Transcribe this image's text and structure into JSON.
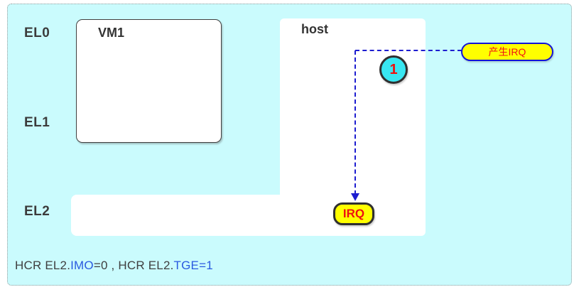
{
  "diagram": {
    "row_labels": [
      {
        "text": "EL0"
      },
      {
        "text": "EL1"
      },
      {
        "text": "EL2"
      }
    ],
    "vm_box": {
      "title": "VM1"
    },
    "host_box": {
      "title": "host"
    },
    "flow": {
      "step_badge": "1",
      "source_label": "产生IRQ",
      "target_label": "IRQ"
    },
    "footer": {
      "segments": [
        {
          "text": "HCR EL2.",
          "color": "dark"
        },
        {
          "text": "IMO",
          "color": "blue"
        },
        {
          "text": "=0 , HCR EL2.",
          "color": "dark"
        },
        {
          "text": "TGE=1",
          "color": "blue"
        }
      ]
    },
    "colors": {
      "canvas_cyan": "#cafbfd",
      "highlight_yellow": "#ffff00",
      "accent_red": "#ee1010",
      "line_blue": "#1d1dd0",
      "text_blue": "#2a5ae0",
      "step_cyan": "#38e7f2",
      "label_dark": "#3b3b3b",
      "border_gray": "#9a9a9a"
    }
  }
}
